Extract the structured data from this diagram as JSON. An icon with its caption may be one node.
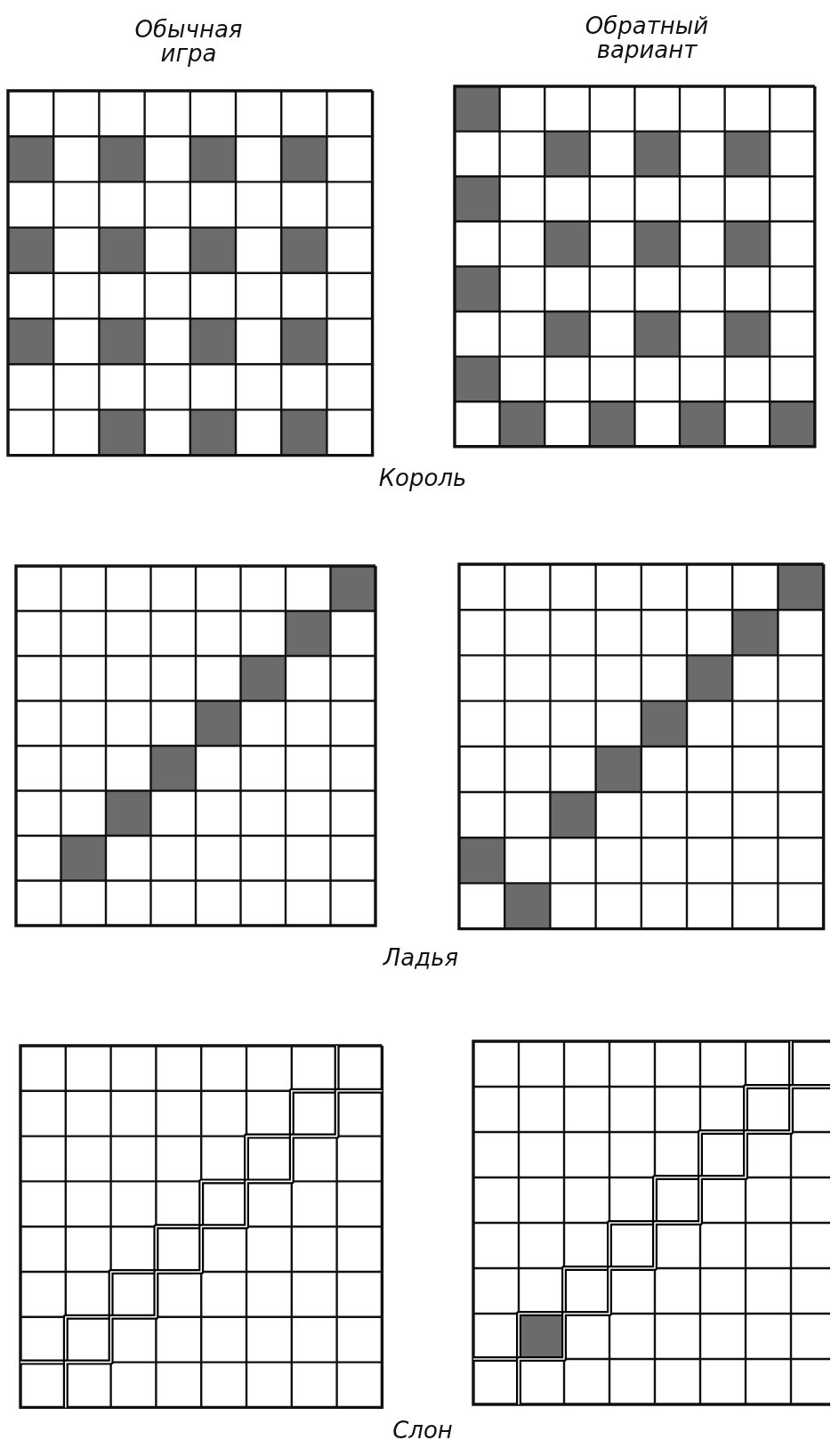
{
  "diagram": {
    "labels": [
      "Обычная игра",
      "Обратный вариант",
      "Король",
      "Ладья",
      "Слон"
    ]
  }
}
